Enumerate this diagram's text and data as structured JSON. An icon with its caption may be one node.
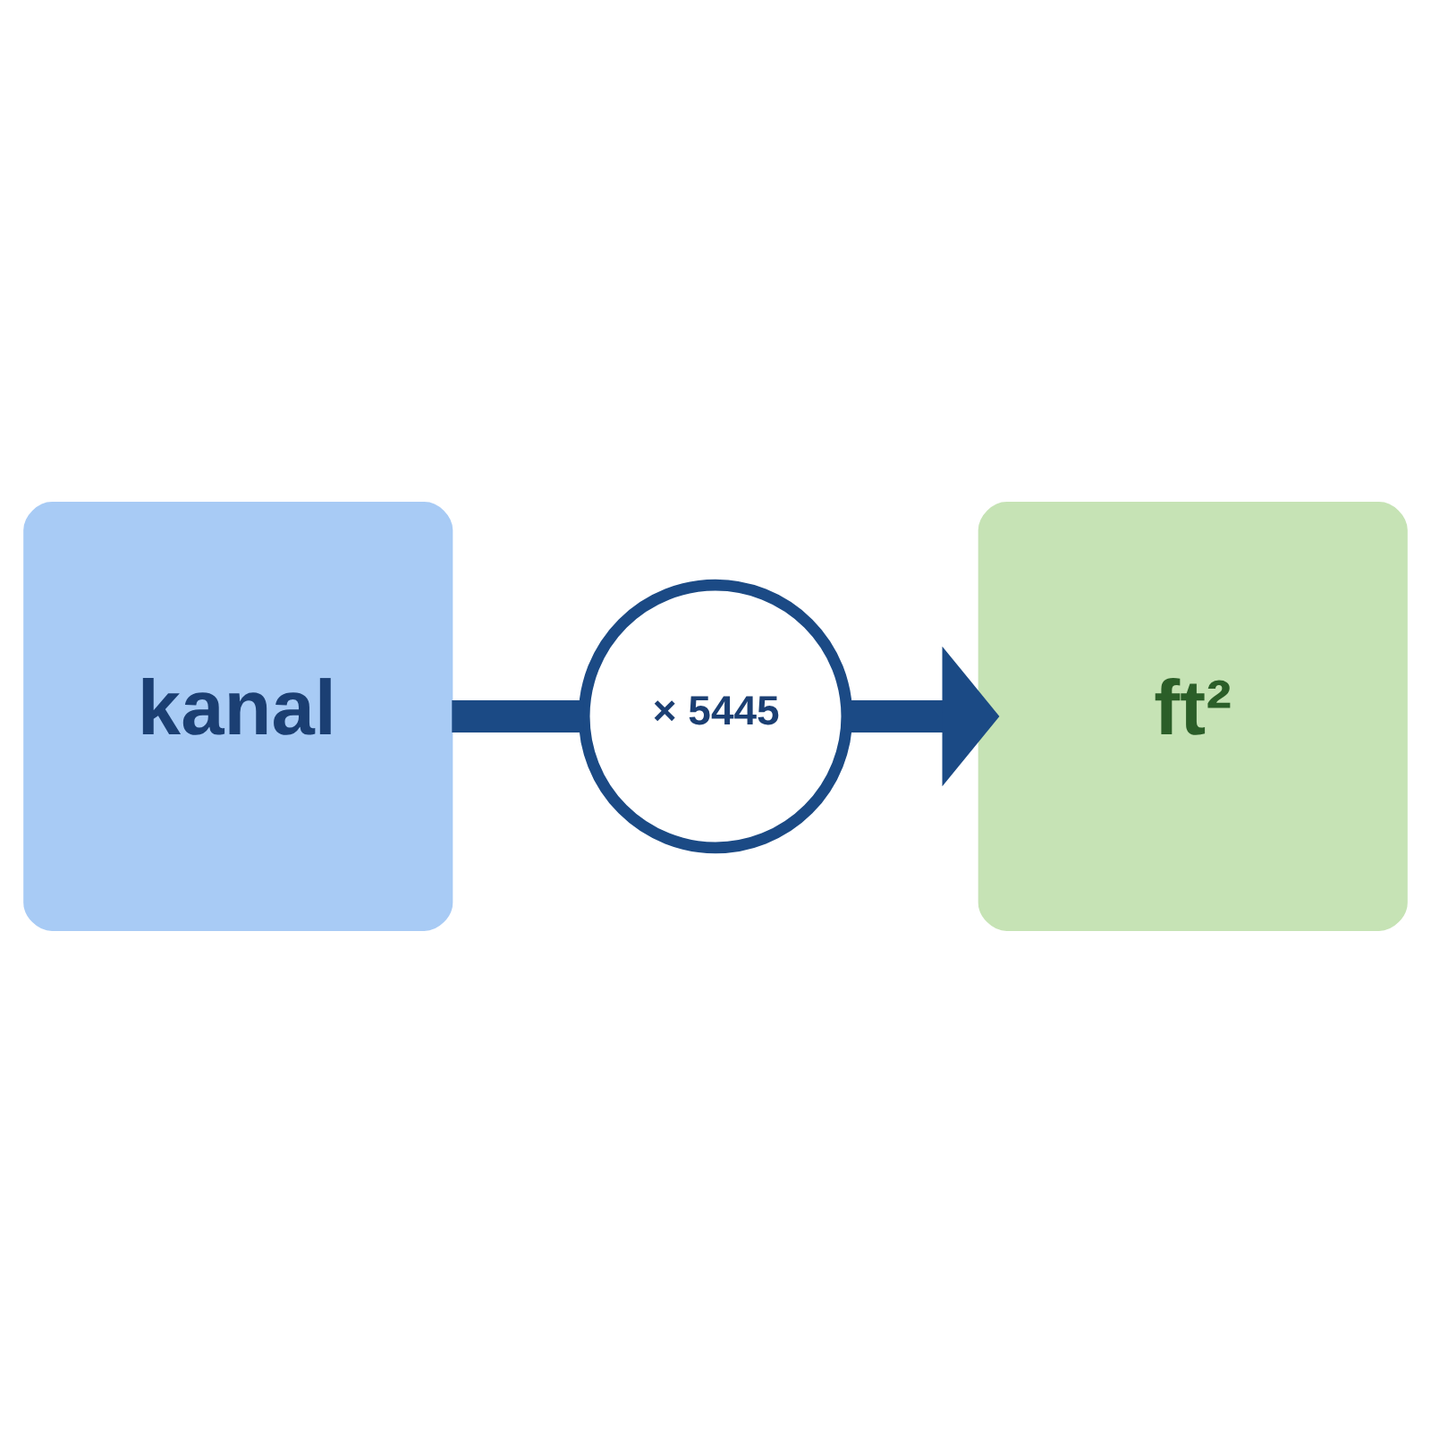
{
  "diagram": {
    "nodes": [
      {
        "text": [
          "kanal"
        ]
      },
      {
        "text": [
          "× 5445"
        ]
      },
      {
        "text": [
          "ft²"
        ]
      }
    ],
    "edges": [
      {
        "from": 0,
        "to": 1,
        "arrow": "none"
      },
      {
        "from": 1,
        "to": 2,
        "arrow": "to"
      }
    ]
  }
}
